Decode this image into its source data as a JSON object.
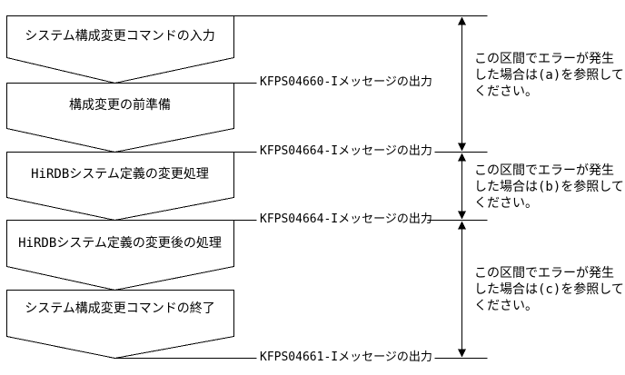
{
  "colors": {
    "line": "#000000",
    "background": "#ffffff",
    "text": "#000000"
  },
  "diagram": {
    "boxes": [
      {
        "label": "システム構成変更コマンドの入力"
      },
      {
        "label": "構成変更の前準備"
      },
      {
        "label": "HiRDBシステム定義の変更処理"
      },
      {
        "label": "HiRDBシステム定義の変更後の処理"
      },
      {
        "label": "システム構成変更コマンドの終了"
      }
    ],
    "messages": [
      {
        "label": "KFPS04660-Iメッセージの出力"
      },
      {
        "label": "KFPS04664-Iメッセージの出力"
      },
      {
        "label": "KFPS04664-Iメッセージの出力"
      },
      {
        "label": "KFPS04661-Iメッセージの出力"
      }
    ],
    "annotations": [
      {
        "lines": [
          "この区間でエラーが発生",
          "した場合は(a)を参照して",
          "ください。"
        ]
      },
      {
        "lines": [
          "この区間でエラーが発生",
          "した場合は(b)を参照して",
          "ください。"
        ]
      },
      {
        "lines": [
          "この区間でエラーが発生",
          "した場合は(c)を参照して",
          "ください。"
        ]
      }
    ]
  }
}
